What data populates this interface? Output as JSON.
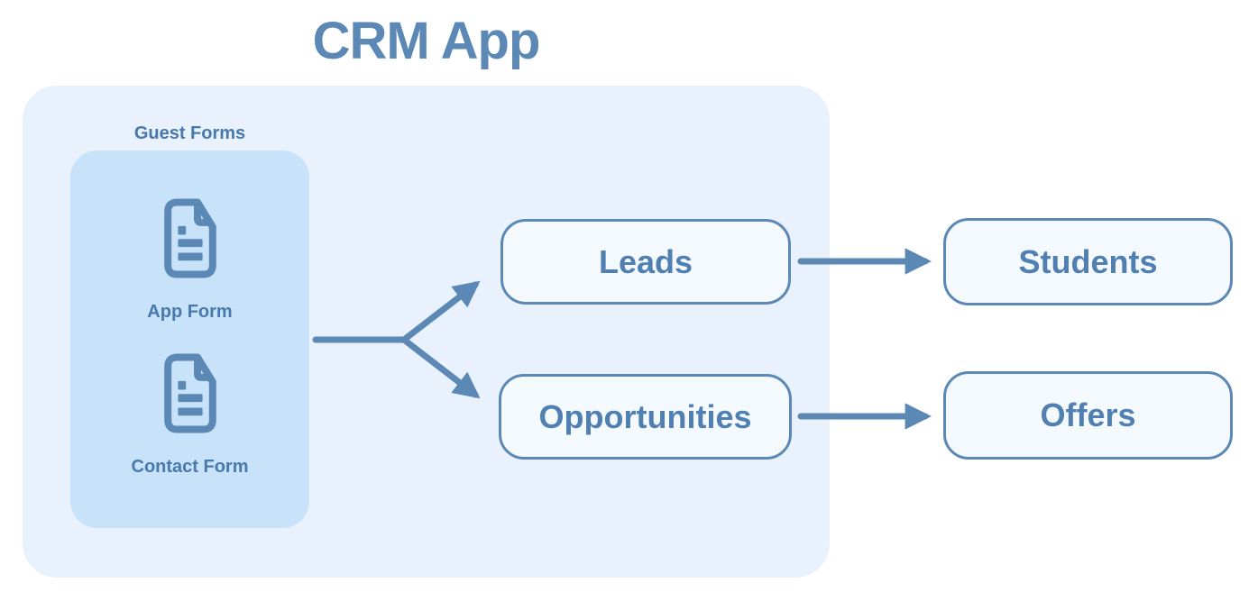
{
  "title": "CRM App",
  "colors": {
    "accent_steel_blue": "#5b88b5",
    "node_text_blue": "#5080b2",
    "label_blue": "#4879ad",
    "container_bg": "#e8f1fc",
    "inner_box_bg": "#c7e2f9",
    "node_bg": "#f4f9fd",
    "page_bg": "#ffffff"
  },
  "guest_forms": {
    "label": "Guest Forms",
    "forms": [
      {
        "label": "App Form",
        "icon": "document-icon"
      },
      {
        "label": "Contact Form",
        "icon": "document-icon"
      }
    ]
  },
  "nodes": {
    "leads": {
      "label": "Leads"
    },
    "opportunities": {
      "label": "Opportunities"
    },
    "students": {
      "label": "Students"
    },
    "offers": {
      "label": "Offers"
    }
  },
  "edges": [
    {
      "from": "guest-forms",
      "to": "leads"
    },
    {
      "from": "guest-forms",
      "to": "opportunities"
    },
    {
      "from": "leads",
      "to": "students"
    },
    {
      "from": "opportunities",
      "to": "offers"
    }
  ]
}
